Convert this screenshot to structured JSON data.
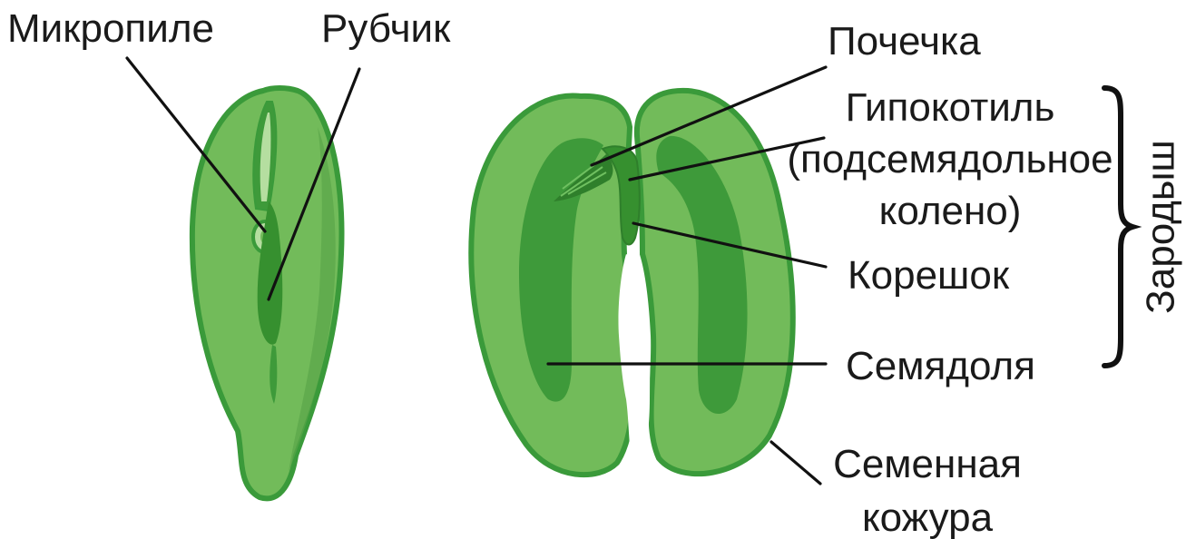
{
  "labels": {
    "micropyle": "Микропиле",
    "hilum": "Рубчик",
    "plumule": "Почечка",
    "hypocotyl_line1": "Гипокотиль",
    "hypocotyl_line2": "(подсемядольное",
    "hypocotyl_line3": "колено)",
    "radicle": "Корешок",
    "cotyledon": "Семядоля",
    "seed_coat_line1": "Семенная",
    "seed_coat_line2": "кожура",
    "embryo": "Зародыш"
  },
  "colors": {
    "seed_light": "#72bb5a",
    "seed_outline": "#3a9a3a",
    "seed_dark": "#36902f",
    "seed_pale": "#b5dea0",
    "text": "#1a1a1a"
  }
}
